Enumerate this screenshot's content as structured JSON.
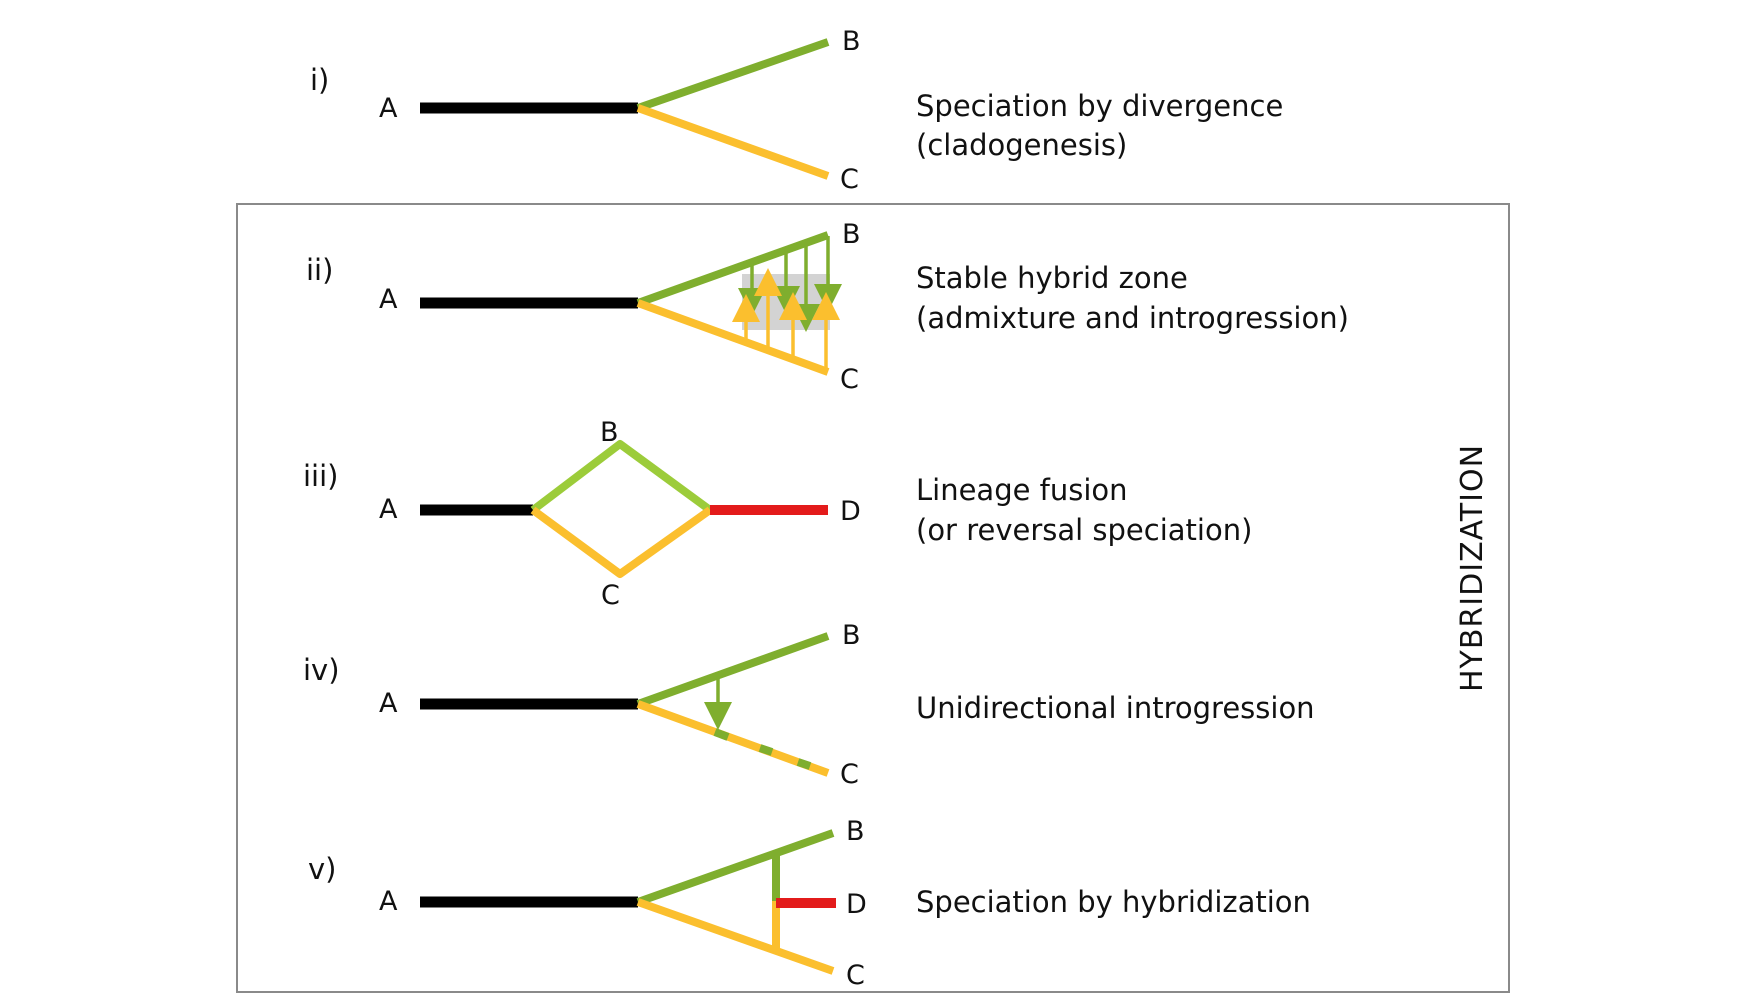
{
  "colors": {
    "ancestor": "#000000",
    "lineage_b": "#7fae2e",
    "lineage_b_light": "#9ccc3a",
    "lineage_c": "#fbbf2e",
    "hybrid_d": "#e31b1b",
    "zone_fill": "#d3d3d3",
    "box_border": "#8a8a8a"
  },
  "group_label": "HYBRIDIZATION",
  "panels": [
    {
      "id": "i",
      "roman": "i)",
      "nodes": {
        "a": "A",
        "b": "B",
        "c": "C"
      },
      "desc": [
        "Speciation by divergence",
        "(cladogenesis)"
      ]
    },
    {
      "id": "ii",
      "roman": "ii)",
      "nodes": {
        "a": "A",
        "b": "B",
        "c": "C"
      },
      "desc": [
        "Stable hybrid zone",
        "(admixture and introgression)"
      ]
    },
    {
      "id": "iii",
      "roman": "iii)",
      "nodes": {
        "a": "A",
        "b": "B",
        "c": "C",
        "d": "D"
      },
      "desc": [
        "Lineage fusion",
        "(or reversal speciation)"
      ]
    },
    {
      "id": "iv",
      "roman": "iv)",
      "nodes": {
        "a": "A",
        "b": "B",
        "c": "C"
      },
      "desc": [
        "Unidirectional introgression"
      ]
    },
    {
      "id": "v",
      "roman": "v)",
      "nodes": {
        "a": "A",
        "b": "B",
        "c": "C",
        "d": "D"
      },
      "desc": [
        "Speciation by hybridization"
      ]
    }
  ]
}
